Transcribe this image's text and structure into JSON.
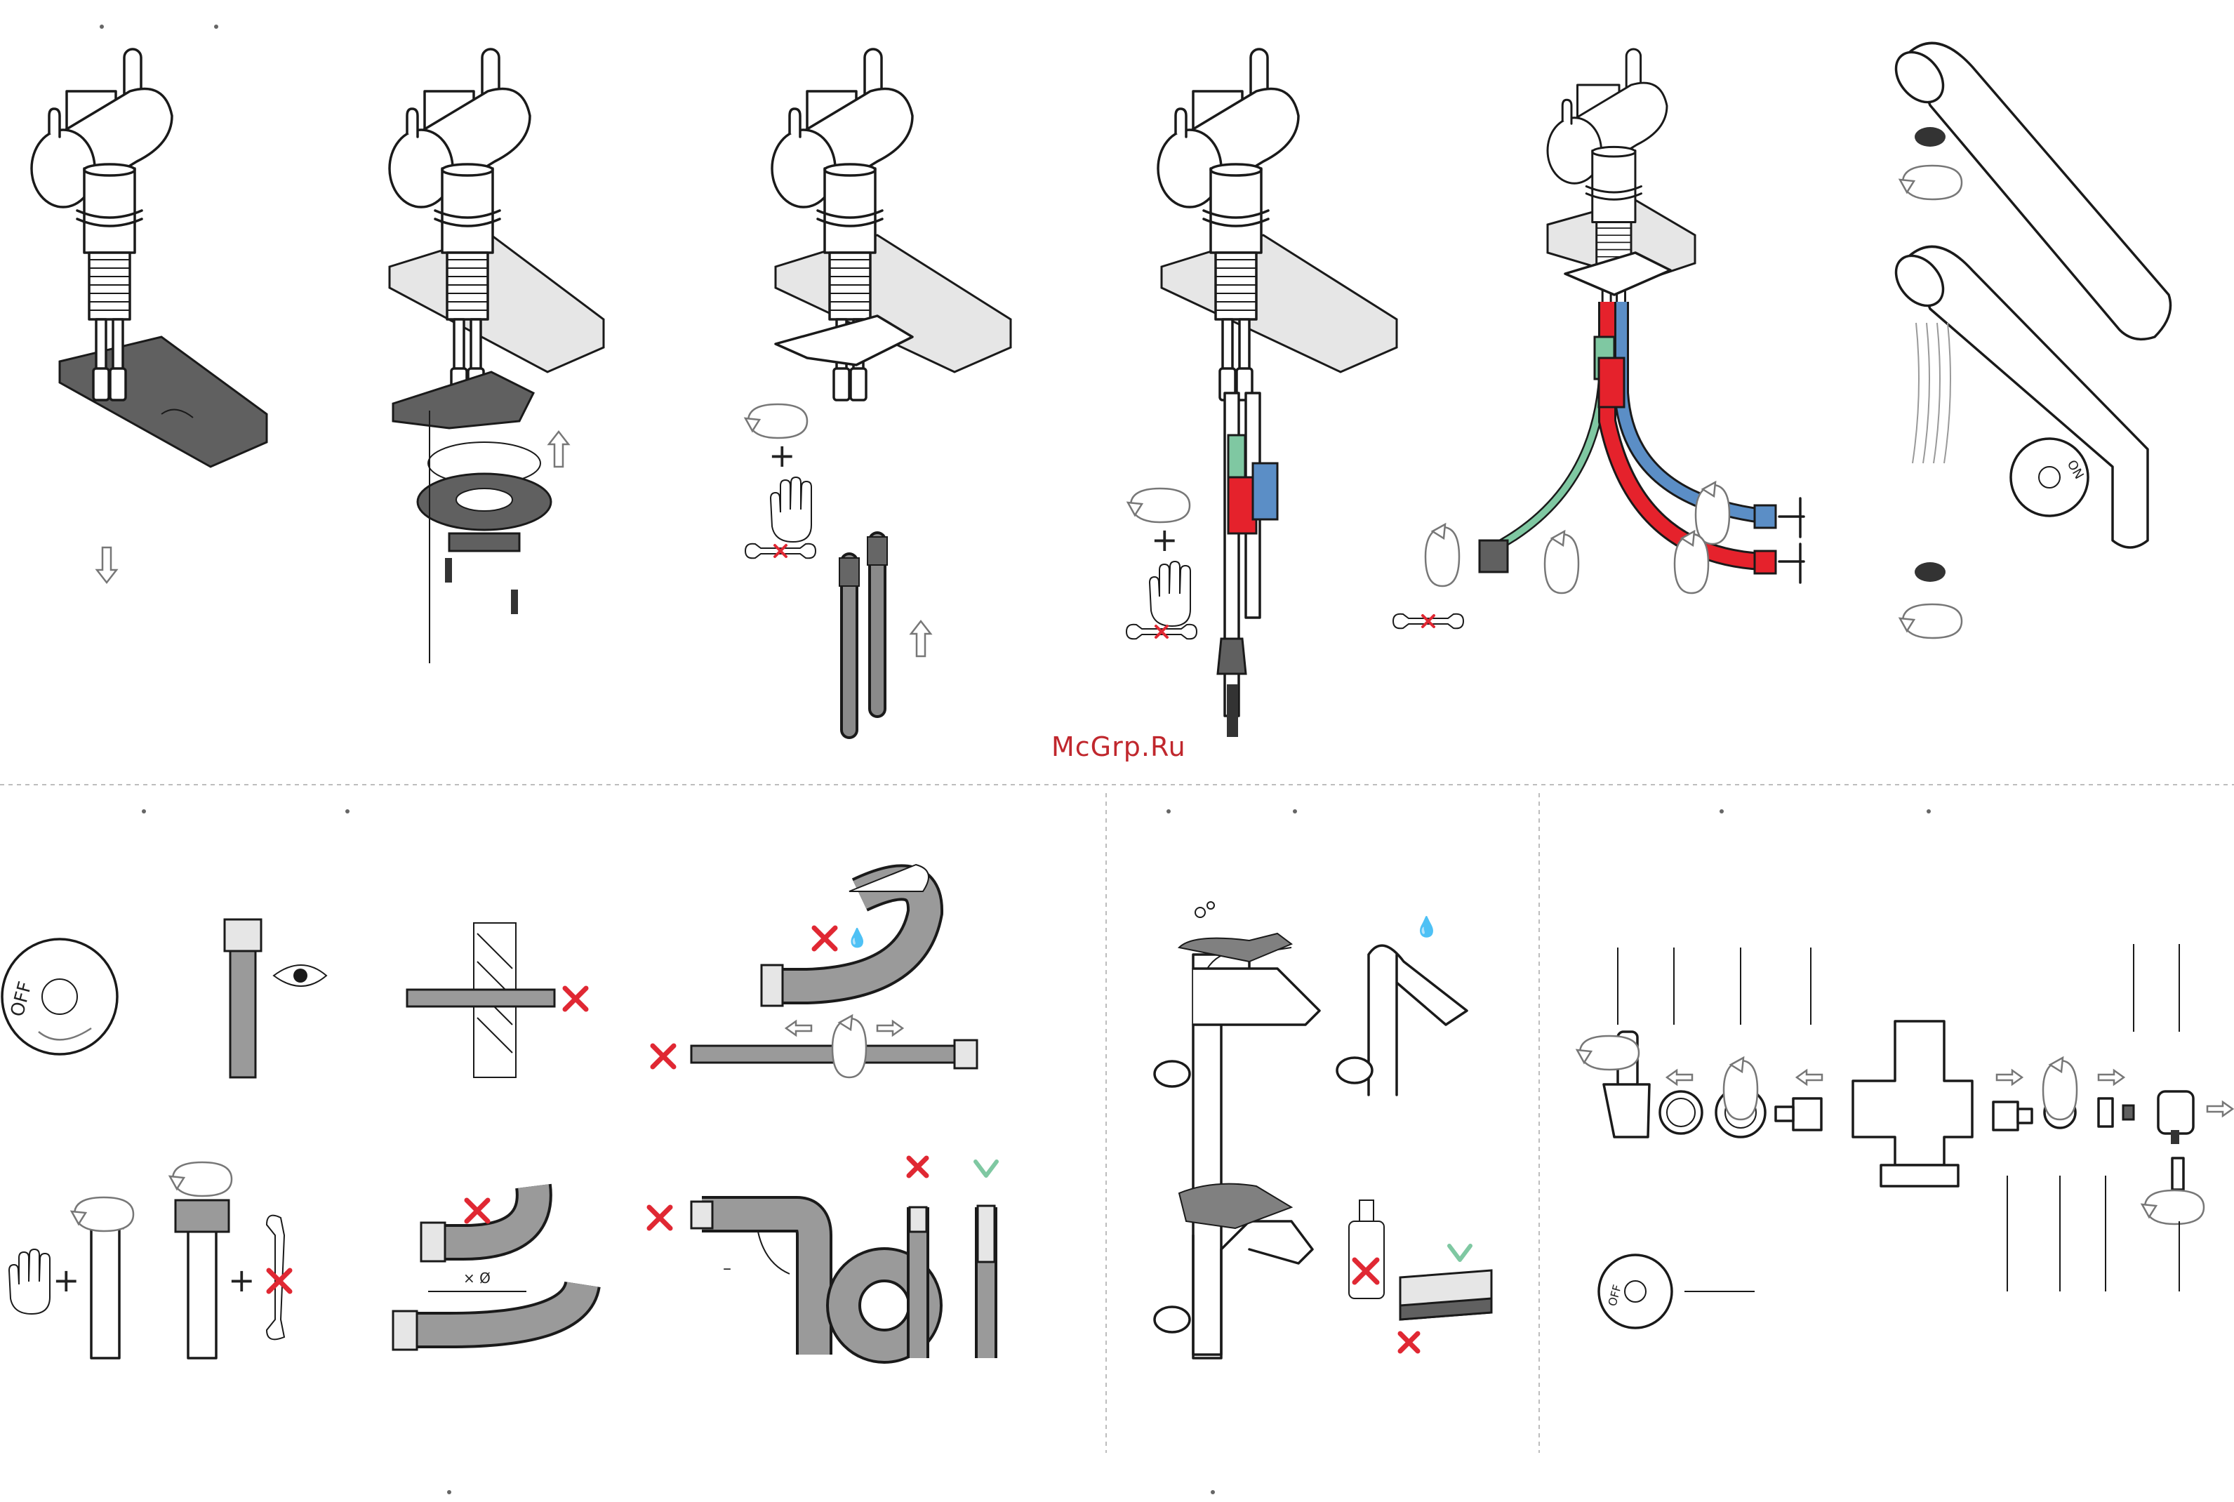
{
  "watermark": "McGrp.Ru",
  "labels": {
    "off_large": "OFF",
    "on_label": "ON",
    "off_small": "OFF",
    "diameter": "× Ø",
    "minus": "–"
  },
  "colors": {
    "hot": "#e5222c",
    "cold": "#5b8ec6",
    "filtered": "#7fc8a2",
    "error_mark": "#e02833",
    "ok_mark": "#7fc8a2",
    "watermark": "#c0272d"
  }
}
